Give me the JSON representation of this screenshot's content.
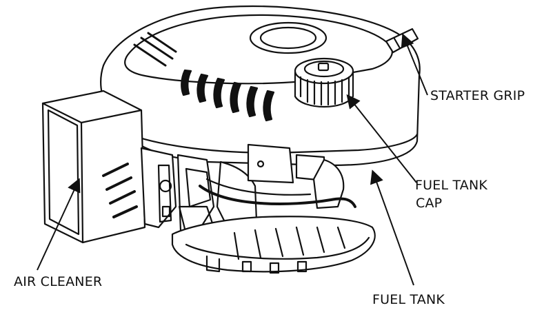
{
  "diagram": {
    "labels": {
      "starter_grip": "STARTER GRIP",
      "fuel_tank_cap_line1": "FUEL TANK",
      "fuel_tank_cap_line2": "CAP",
      "air_cleaner": "AIR CLEANER",
      "fuel_tank": "FUEL TANK"
    },
    "colors": {
      "line": "#111111",
      "background": "#ffffff",
      "shade": "#d9d9d9"
    }
  }
}
